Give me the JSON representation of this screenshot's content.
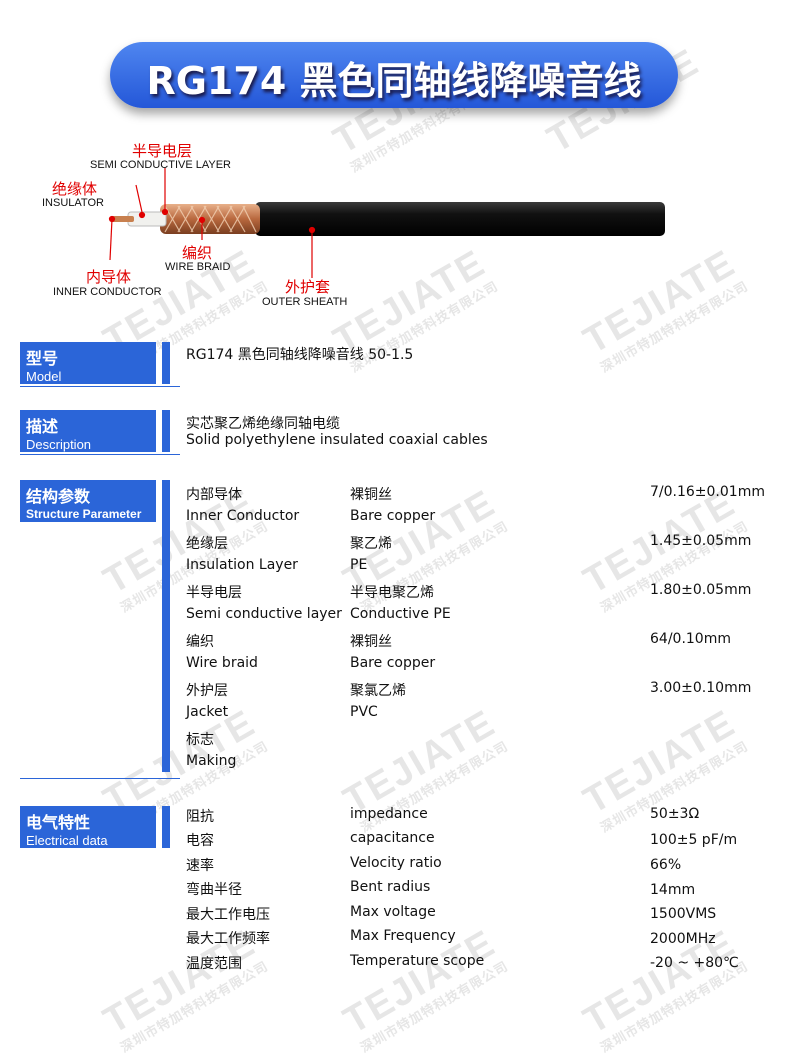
{
  "title": "RG174 黑色同轴线降噪音线",
  "watermark": {
    "brand": "TEJIATE",
    "sub": "深圳市特加特科技有限公司"
  },
  "diagram": {
    "semi_zh": "半导电层",
    "semi_en": "SEMI CONDUCTIVE LAYER",
    "insulator_zh": "绝缘体",
    "insulator_en": "INSULATOR",
    "braid_zh": "编织",
    "braid_en": "WIRE BRAID",
    "inner_zh": "内导体",
    "inner_en": "INNER CONDUCTOR",
    "outer_zh": "外护套",
    "outer_en": "OUTER SHEATH"
  },
  "model": {
    "zh": "型号",
    "en": "Model",
    "value": "RG174 黑色同轴线降噪音线 50-1.5"
  },
  "description": {
    "zh": "描述",
    "en": "Description",
    "value_zh": "实芯聚乙烯绝缘同轴电缆",
    "value_en": "Solid polyethylene insulated coaxial cables"
  },
  "structure": {
    "zh": "结构参数",
    "en": "Structure Parameter",
    "rows": [
      {
        "name_zh": "内部导体",
        "name_en": "Inner Conductor",
        "mat_zh": "裸铜丝",
        "mat_en": "Bare copper",
        "value": "7/0.16±0.01mm"
      },
      {
        "name_zh": "绝缘层",
        "name_en": "Insulation Layer",
        "mat_zh": "聚乙烯",
        "mat_en": "PE",
        "value": "1.45±0.05mm"
      },
      {
        "name_zh": "半导电层",
        "name_en": "Semi conductive layer",
        "mat_zh": "半导电聚乙烯",
        "mat_en": "Conductive PE",
        "value": "1.80±0.05mm"
      },
      {
        "name_zh": "编织",
        "name_en": "Wire braid",
        "mat_zh": "裸铜丝",
        "mat_en": "Bare copper",
        "value": "64/0.10mm"
      },
      {
        "name_zh": "外护层",
        "name_en": "Jacket",
        "mat_zh": "聚氯乙烯",
        "mat_en": "PVC",
        "value": "3.00±0.10mm"
      },
      {
        "name_zh": "标志",
        "name_en": "Making",
        "mat_zh": "",
        "mat_en": "",
        "value": ""
      }
    ]
  },
  "electrical": {
    "zh": "电气特性",
    "en": "Electrical data",
    "rows": [
      {
        "zh": "阻抗",
        "en": "impedance",
        "value": "50±3Ω"
      },
      {
        "zh": "电容",
        "en": "capacitance",
        "value": "100±5 pF/m"
      },
      {
        "zh": "速率",
        "en": "Velocity ratio",
        "value": "66%"
      },
      {
        "zh": "弯曲半径",
        "en": "Bent radius",
        "value": "14mm"
      },
      {
        "zh": "最大工作电压",
        "en": "Max voltage",
        "value": "1500VMS"
      },
      {
        "zh": "最大工作频率",
        "en": "Max Frequency",
        "value": "2000MHz"
      },
      {
        "zh": "温度范围",
        "en": "Temperature scope",
        "value": "-20 ~ +80℃"
      }
    ]
  }
}
